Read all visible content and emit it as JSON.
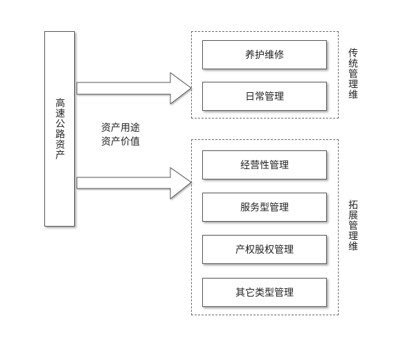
{
  "source": {
    "label": "高速公路资产"
  },
  "middle": {
    "line1": "资产用途",
    "line2": "资产价值"
  },
  "group_traditional": {
    "label": "传统管理维",
    "items": [
      "养护维修",
      "日常管理"
    ]
  },
  "group_expanded": {
    "label": "拓展管理维",
    "items": [
      "经营性管理",
      "服务型管理",
      "产权股权管理",
      "其它类型管理"
    ]
  }
}
